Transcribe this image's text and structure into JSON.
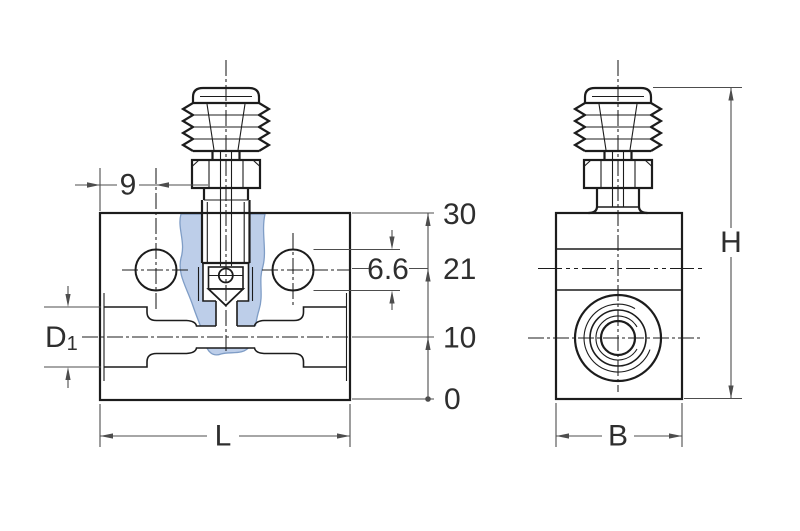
{
  "drawing": {
    "colors": {
      "line_color": "#1c1c1c",
      "dim_color": "#4d4d4d",
      "text_color": "#2e2e2e",
      "section_fill": "#bdcee9",
      "section_stroke": "#7f9dc6"
    },
    "dimensions": {
      "offset_top": "9",
      "hole_diameter": "6.6",
      "level_30": "30",
      "level_21": "21",
      "level_10": "10",
      "level_0": "0",
      "port_diameter_main": "D",
      "port_diameter_subscript": "1",
      "length": "L",
      "width": "B",
      "height": "H"
    }
  }
}
